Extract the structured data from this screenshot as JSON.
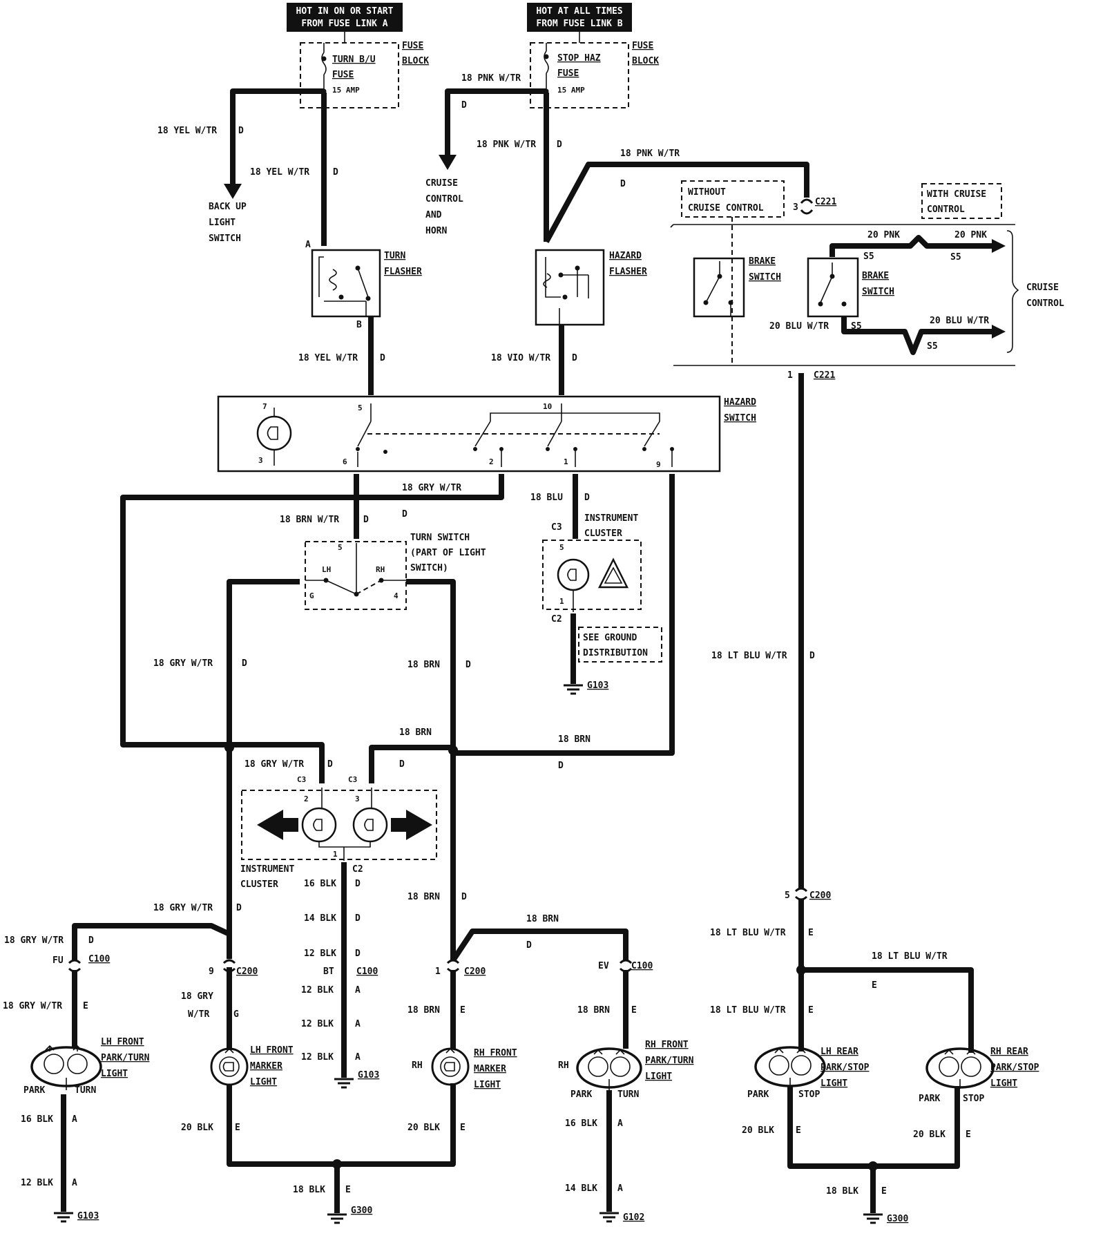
{
  "sources": {
    "fuse_link_a": [
      "HOT IN ON OR START",
      "FROM FUSE LINK A"
    ],
    "fuse_link_b": [
      "HOT AT ALL TIMES",
      "FROM FUSE LINK B"
    ]
  },
  "fuse_block_label": [
    "FUSE",
    "BLOCK"
  ],
  "fuses": {
    "turn_bu": {
      "name": [
        "TURN B/U",
        "FUSE"
      ],
      "rating": "15 AMP"
    },
    "stop_haz": {
      "name": [
        "STOP HAZ",
        "FUSE"
      ],
      "rating": "15 AMP"
    }
  },
  "destinations": {
    "backup": [
      "BACK UP",
      "LIGHT",
      "SWITCH"
    ],
    "cruise_horn": [
      "CRUISE",
      "CONTROL",
      "AND",
      "HORN"
    ]
  },
  "components": {
    "turn_flasher": [
      "TURN",
      "FLASHER"
    ],
    "hazard_flasher": [
      "HAZARD",
      "FLASHER"
    ],
    "hazard_switch": [
      "HAZARD",
      "SWITCH"
    ],
    "turn_switch": [
      "TURN SWITCH",
      "(PART OF LIGHT",
      "SWITCH)"
    ],
    "instrument_cluster": [
      "INSTRUMENT",
      "CLUSTER"
    ],
    "see_ground": [
      "SEE GROUND",
      "DISTRIBUTION"
    ],
    "without_cruise": [
      "WITHOUT",
      "CRUISE CONTROL"
    ],
    "with_cruise": [
      "WITH CRUISE",
      "CONTROL"
    ],
    "brake_switch": [
      "BRAKE",
      "SWITCH"
    ],
    "cruise_control": [
      "CRUISE",
      "CONTROL"
    ],
    "lh_front_park": [
      "LH FRONT",
      "PARK/TURN",
      "LIGHT"
    ],
    "lh_front_marker": [
      "LH FRONT",
      "MARKER",
      "LIGHT"
    ],
    "rh_front_marker": [
      "RH FRONT",
      "MARKER",
      "LIGHT"
    ],
    "rh_front_park": [
      "RH FRONT",
      "PARK/TURN",
      "LIGHT"
    ],
    "lh_rear": [
      "LH REAR",
      "PARK/STOP",
      "LIGHT"
    ],
    "rh_rear": [
      "RH REAR",
      "PARK/STOP",
      "LIGHT"
    ]
  },
  "terms": {
    "lh": "LH",
    "rh": "RH",
    "park": "PARK",
    "turn": "TURN",
    "stop": "STOP"
  },
  "wires": {
    "yel_wtr": "18 YEL W/TR",
    "pnk_wtr": "18 PNK W/TR",
    "vio_wtr": "18 VIO W/TR",
    "gry_wtr": "18 GRY W/TR",
    "gry": "18 GRY",
    "wtr": "W/TR",
    "brn_wtr": "18 BRN W/TR",
    "blu": "18 BLU",
    "brn": "18 BRN",
    "ltblu_wtr": "18 LT BLU W/TR",
    "pnk20": "20 PNK",
    "blu20_wtr": "20 BLU W/TR",
    "blk16": "16 BLK",
    "blk14": "14 BLK",
    "blk12": "12 BLK",
    "blk20": "20 BLK",
    "blk18": "18 BLK"
  },
  "codes": {
    "a": "A",
    "b": "B",
    "d": "D",
    "e": "E",
    "g": "G",
    "s5": "S5"
  },
  "connectors": {
    "c221": "C221",
    "c200": "C200",
    "c100": "C100",
    "c2": "C2",
    "c3": "C3",
    "fu": "FU",
    "bt": "BT",
    "ev": "EV"
  },
  "pins": {
    "p1": "1",
    "p2": "2",
    "p3": "3",
    "p4": "4",
    "p5": "5",
    "p6": "6",
    "p7": "7",
    "p9": "9",
    "p10": "10"
  },
  "grounds": {
    "g103": "G103",
    "g300": "G300",
    "g102": "G102"
  }
}
